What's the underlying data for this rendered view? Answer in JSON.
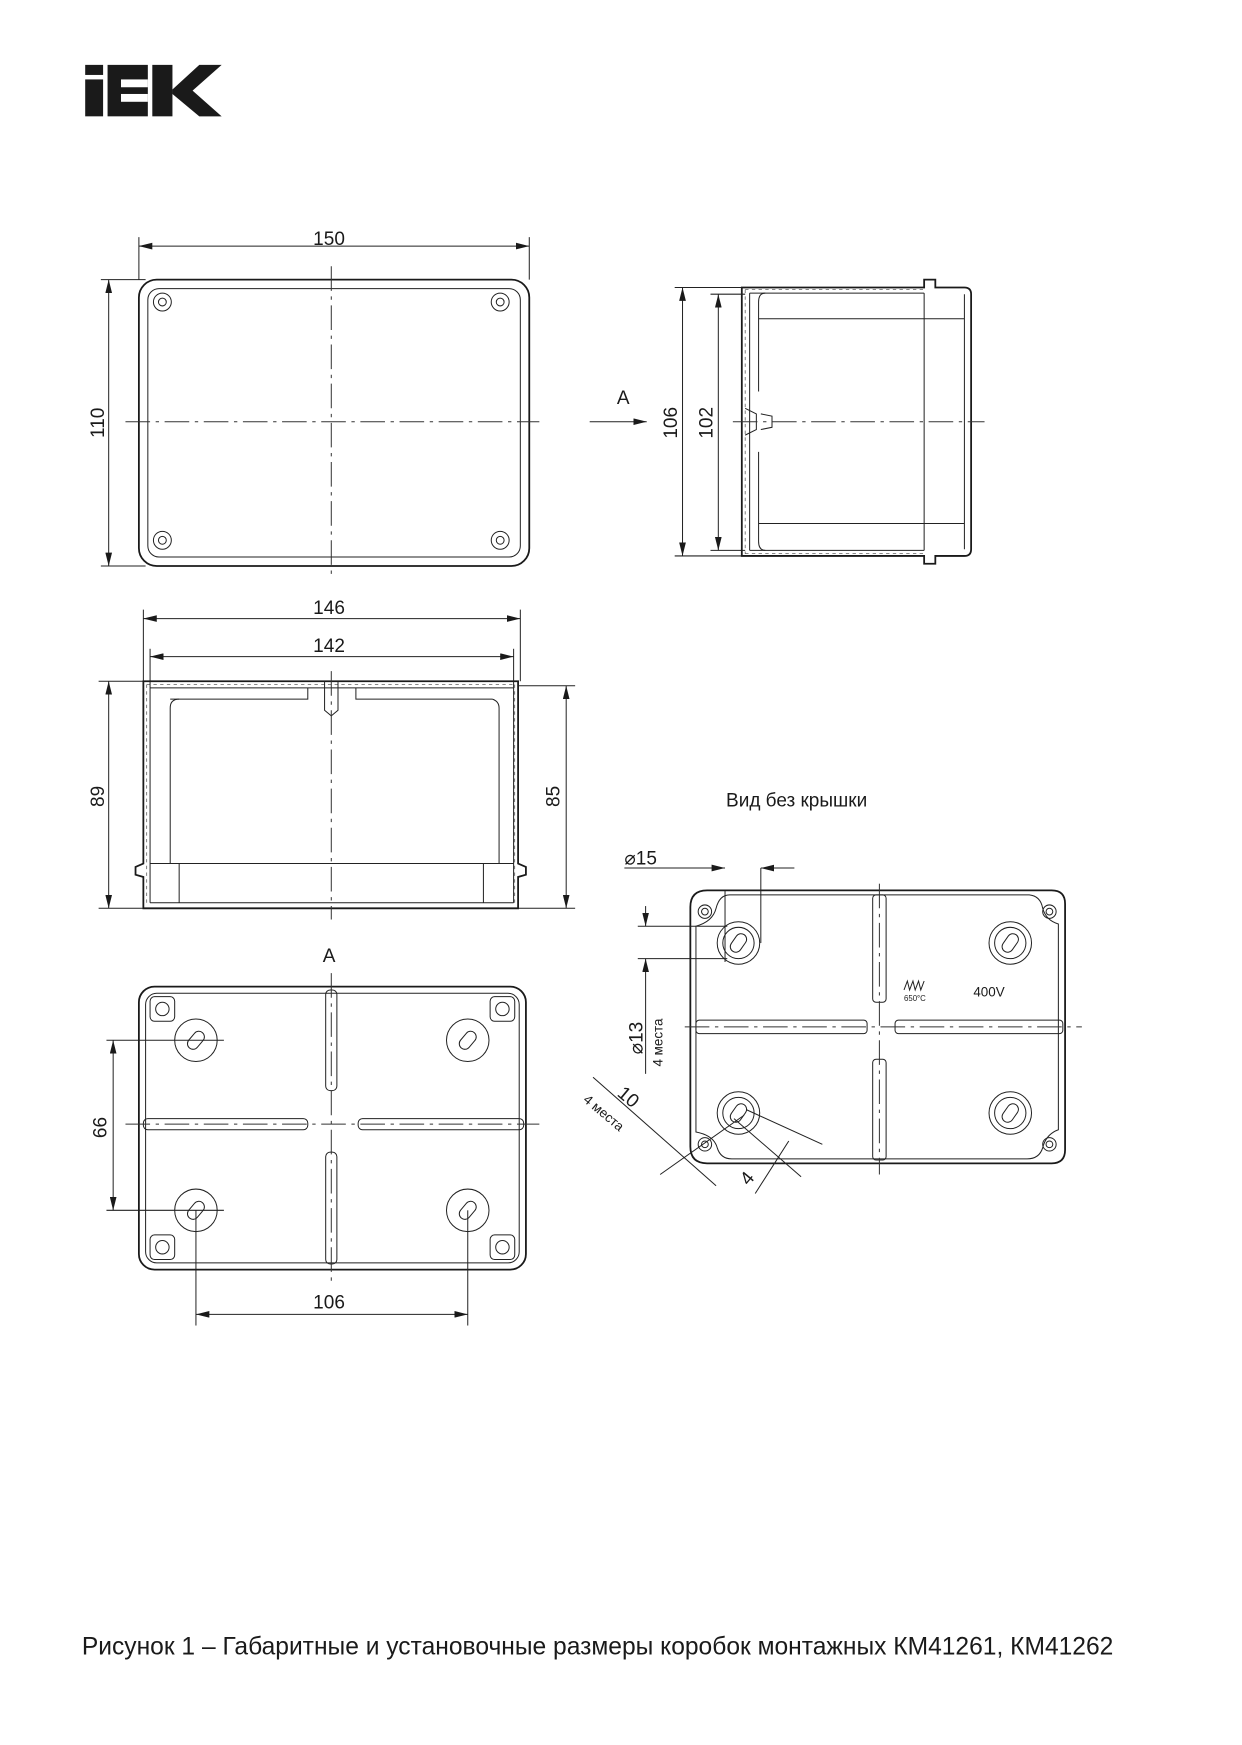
{
  "logo": {
    "text": "IEK"
  },
  "top_view": {
    "width_label": "150",
    "height_label": "110",
    "view_arrow_label": "A"
  },
  "side_view": {
    "outer_height_label": "106",
    "inner_height_label": "102"
  },
  "front_view": {
    "outer_width_label": "146",
    "inner_width_label": "142",
    "outer_height_label": "89",
    "inner_height_label": "85"
  },
  "bottom_view": {
    "view_label": "A",
    "hole_spacing_vertical_label": "66",
    "hole_spacing_horizontal_label": "106"
  },
  "inside_view": {
    "title": "Вид без крышки",
    "knockout_diameter_label": "⌀15",
    "hole_diameter_label": "⌀13",
    "hole_count_label": "4 места",
    "slot_length_label": "10",
    "slot_count_label": "4 места",
    "slot_width_label": "4",
    "glow_wire_mark": "650°C",
    "voltage_mark": "400V"
  },
  "caption": "Рисунок 1 – Габаритные и установочные размеры коробок монтажных КМ41261, КМ41262"
}
